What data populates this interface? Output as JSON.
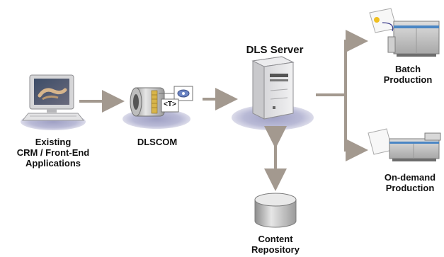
{
  "nodes": {
    "existing": {
      "lines": [
        "Existing",
        "CRM / Front-End",
        "Applications"
      ]
    },
    "dlscom": {
      "label": "DLSCOM",
      "tag_text": "<T>"
    },
    "server": {
      "label": "DLS Server"
    },
    "repository": {
      "lines": [
        "Content",
        "Repository"
      ]
    },
    "batch": {
      "lines": [
        "Batch",
        "Production"
      ]
    },
    "ondemand": {
      "lines": [
        "On-demand",
        "Production"
      ]
    }
  },
  "colors": {
    "arrow": "#a3998f",
    "platter": "#c9c9dd",
    "server_body": "#e2e2e4",
    "printer_body": "#cfcfcf",
    "printer_stripe": "#4a86c4",
    "paper_accent": "#f0c020"
  }
}
